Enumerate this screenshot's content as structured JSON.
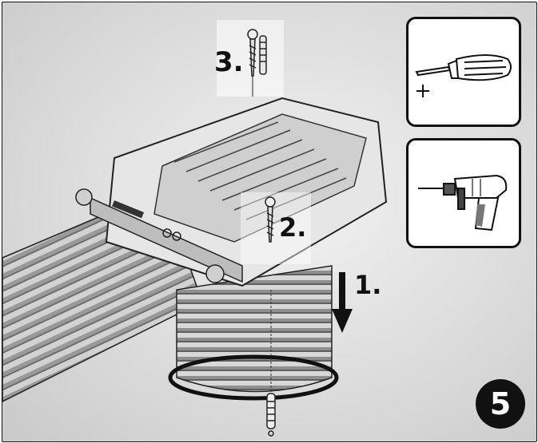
{
  "steps": {
    "step1": "1.",
    "step2": "2.",
    "step3": "3."
  },
  "badge": {
    "number": "5"
  },
  "tools": [
    {
      "name": "screwdriver-phillips",
      "icon": "screwdriver-icon"
    },
    {
      "name": "power-drill",
      "icon": "drill-icon"
    }
  ],
  "colors": {
    "ink": "#111111",
    "background": "#d9d9d9",
    "panel": "#ffffff"
  }
}
